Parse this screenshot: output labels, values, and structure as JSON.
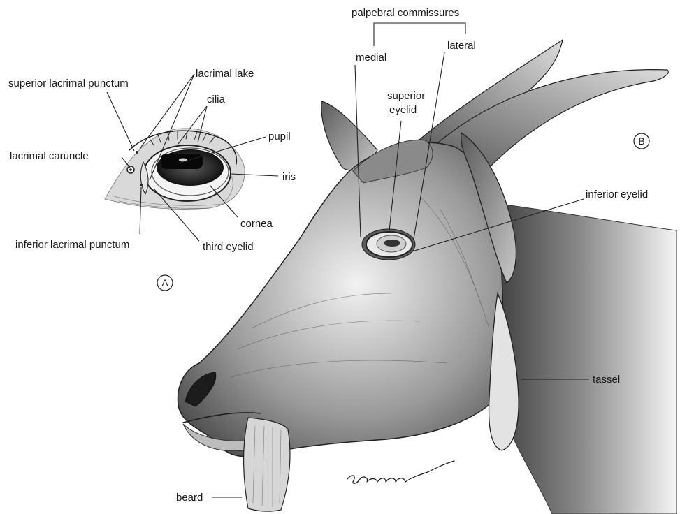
{
  "panel_a": {
    "letter": "A",
    "labels": {
      "superior_lacrimal_punctum": "superior lacrimal punctum",
      "lacrimal_lake": "lacrimal lake",
      "cilia": "cilia",
      "pupil": "pupil",
      "lacrimal_caruncle": "lacrimal caruncle",
      "iris": "iris",
      "cornea": "cornea",
      "inferior_lacrimal_punctum": "inferior lacrimal punctum",
      "third_eyelid": "third eyelid"
    }
  },
  "panel_b": {
    "letter": "B",
    "labels": {
      "palpebral_commissures": "palpebral commissures",
      "medial": "medial",
      "lateral": "lateral",
      "superior_eyelid": [
        "superior",
        "eyelid"
      ],
      "inferior_eyelid": "inferior eyelid",
      "tassel": "tassel",
      "beard": "beard"
    }
  }
}
